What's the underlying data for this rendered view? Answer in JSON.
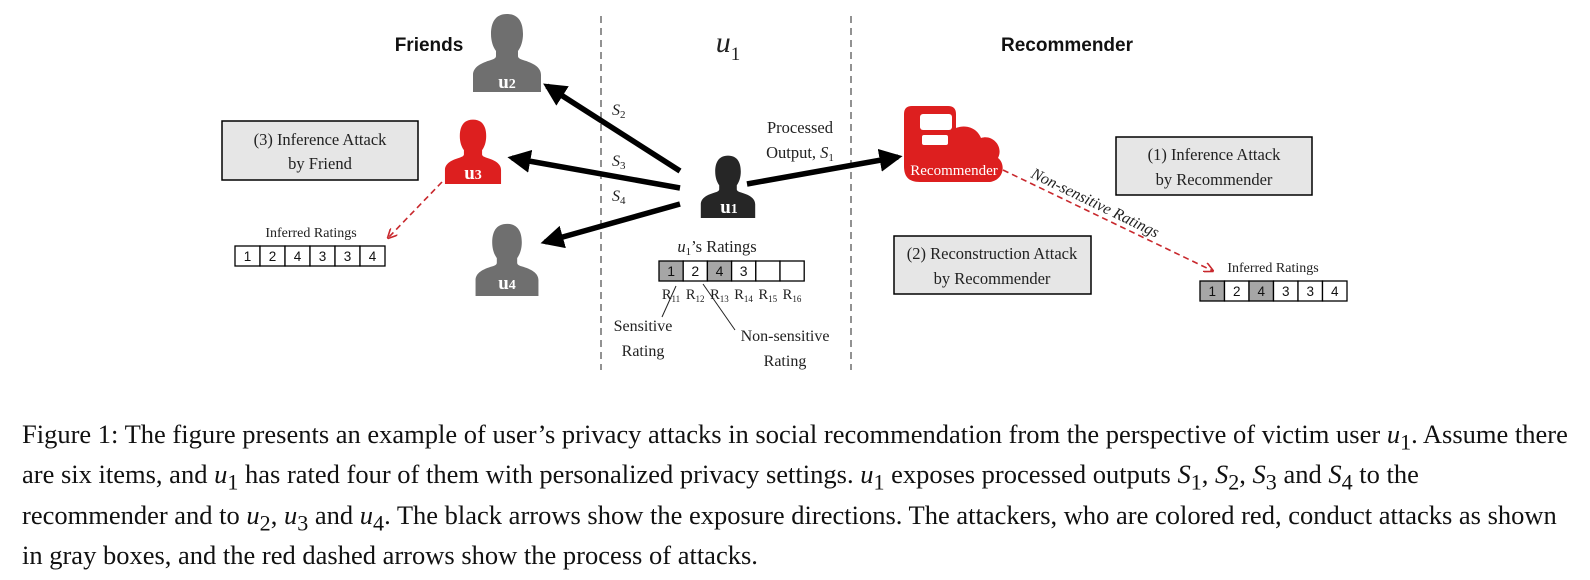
{
  "colors": {
    "attacker": "#dd1f1f",
    "user_gray": "#6f6f6f",
    "user_dark": "#262626",
    "box_fill": "#e6e6e6",
    "cell_shade": "#a6a6a6",
    "arrow": "#000000",
    "dashed_arrow": "#c8282d",
    "divider": "#777777"
  },
  "icons": {
    "user": "person-silhouette-icon",
    "recommender": "phone-cloud-recommender-icon"
  },
  "sections": {
    "friends": "Friends",
    "center_base": "u",
    "center_sub": "1",
    "recommender": "Recommender"
  },
  "users": {
    "u2": {
      "base": "u",
      "sub": "2"
    },
    "u3": {
      "base": "u",
      "sub": "3"
    },
    "u4": {
      "base": "u",
      "sub": "4"
    },
    "u1": {
      "base": "u",
      "sub": "1"
    }
  },
  "edges": {
    "s2": {
      "base": "S",
      "sub": "2"
    },
    "s3": {
      "base": "S",
      "sub": "3"
    },
    "s4": {
      "base": "S",
      "sub": "4"
    },
    "processed_line1": "Processed",
    "processed_line2": "Output, ",
    "processed_s_base": "S",
    "processed_s_sub": "1",
    "non_sensitive_ratings": "Non-sensitive Ratings"
  },
  "boxes": {
    "friend_attack": {
      "line1": "(3) Inference Attack",
      "line2": "by Friend"
    },
    "recommender_inference": {
      "line1": "(1) Inference Attack",
      "line2": "by Recommender"
    },
    "reconstruction": {
      "line1": "(2) Reconstruction Attack",
      "line2": "by Recommender"
    }
  },
  "recommender_label": "Recommender",
  "u1_ratings": {
    "title_base": "u",
    "title_sub": "1",
    "title_suffix": "’s Ratings",
    "cells": [
      {
        "value": "1",
        "shaded": true
      },
      {
        "value": "2",
        "shaded": false
      },
      {
        "value": "4",
        "shaded": true
      },
      {
        "value": "3",
        "shaded": false
      },
      {
        "value": "",
        "shaded": false
      },
      {
        "value": "",
        "shaded": false
      }
    ],
    "labels": [
      {
        "base": "R",
        "sub": "11"
      },
      {
        "base": "R",
        "sub": "12"
      },
      {
        "base": "R",
        "sub": "13"
      },
      {
        "base": "R",
        "sub": "14"
      },
      {
        "base": "R",
        "sub": "15"
      },
      {
        "base": "R",
        "sub": "16"
      }
    ],
    "sensitive_line1": "Sensitive",
    "sensitive_line2": "Rating",
    "nonsensitive_line1": "Non-sensitive",
    "nonsensitive_line2": "Rating"
  },
  "friend_inferred": {
    "title": "Inferred Ratings",
    "cells": [
      {
        "value": "1",
        "shaded": false
      },
      {
        "value": "2",
        "shaded": false
      },
      {
        "value": "4",
        "shaded": false
      },
      {
        "value": "3",
        "shaded": false
      },
      {
        "value": "3",
        "shaded": false
      },
      {
        "value": "4",
        "shaded": false
      }
    ]
  },
  "recommender_inferred": {
    "title": "Inferred Ratings",
    "cells": [
      {
        "value": "1",
        "shaded": true
      },
      {
        "value": "2",
        "shaded": false
      },
      {
        "value": "4",
        "shaded": true
      },
      {
        "value": "3",
        "shaded": false
      },
      {
        "value": "3",
        "shaded": false
      },
      {
        "value": "4",
        "shaded": false
      }
    ]
  },
  "caption": {
    "p1": "Figure 1: The figure presents an example of user’s privacy attacks in social recommendation from the perspective of victim user ",
    "m1": "u",
    "m1s": "1",
    "p2": ". Assume there are six items, and ",
    "m2": "u",
    "m2s": "1",
    "p3": " has rated four of them with personalized privacy settings. ",
    "m3": "u",
    "m3s": "1",
    "p4": " exposes processed outputs ",
    "m4": "S",
    "m4s": "1",
    "p5": ", ",
    "m5": "S",
    "m5s": "2",
    "p6": ", ",
    "m6": "S",
    "m6s": "3",
    "p7": " and ",
    "m7": "S",
    "m7s": "4",
    "p8": " to the recommender and to ",
    "m8": "u",
    "m8s": "2",
    "p9": ", ",
    "m9": "u",
    "m9s": "3",
    "p10": " and ",
    "m10": "u",
    "m10s": "4",
    "p11": ". The black arrows show the exposure directions. The attackers, who are colored red, conduct attacks as shown in gray boxes, and the red dashed arrows show the process of attacks."
  }
}
